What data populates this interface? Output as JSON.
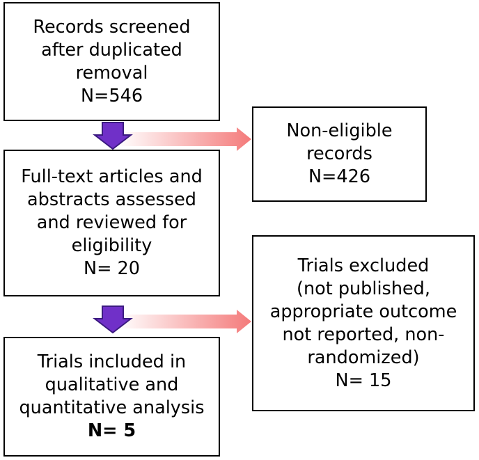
{
  "colors": {
    "down_arrow_fill": "#7030c8",
    "down_arrow_stroke": "#3b1a80",
    "side_arrow_start": "#ffffff",
    "side_arrow_end": "#f47a7a",
    "box_border": "#000000"
  },
  "boxes": {
    "screened": {
      "line1": "Records screened",
      "line2": "after duplicated",
      "line3": "removal",
      "count": "N=546"
    },
    "noneligible": {
      "line1": "Non-eligible",
      "line2": "records",
      "count": "N=426"
    },
    "fulltext": {
      "line1": "Full-text articles and",
      "line2": "abstracts assessed",
      "line3": "and reviewed for",
      "line4": "eligibility",
      "count": "N= 20"
    },
    "excluded": {
      "line1": "Trials excluded",
      "line2": "(not published,",
      "line3": "appropriate outcome",
      "line4": "not reported, non-",
      "line5": "randomized)",
      "count": "N= 15"
    },
    "included": {
      "line1": "Trials included in",
      "line2": "qualitative and",
      "line3": "quantitative analysis",
      "count": "N= 5"
    }
  }
}
